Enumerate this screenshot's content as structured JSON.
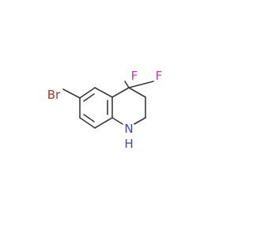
{
  "molecule": {
    "atoms": [
      {
        "id": "Br",
        "label": "Br",
        "color": "#a8362a"
      },
      {
        "id": "F1",
        "label": "F",
        "color": "#c23aa8"
      },
      {
        "id": "F2",
        "label": "F",
        "color": "#c23aa8"
      },
      {
        "id": "NH",
        "label": "N",
        "sub": "H",
        "color": "#3b46c8"
      }
    ],
    "bond_color": "#3a3a3a"
  }
}
